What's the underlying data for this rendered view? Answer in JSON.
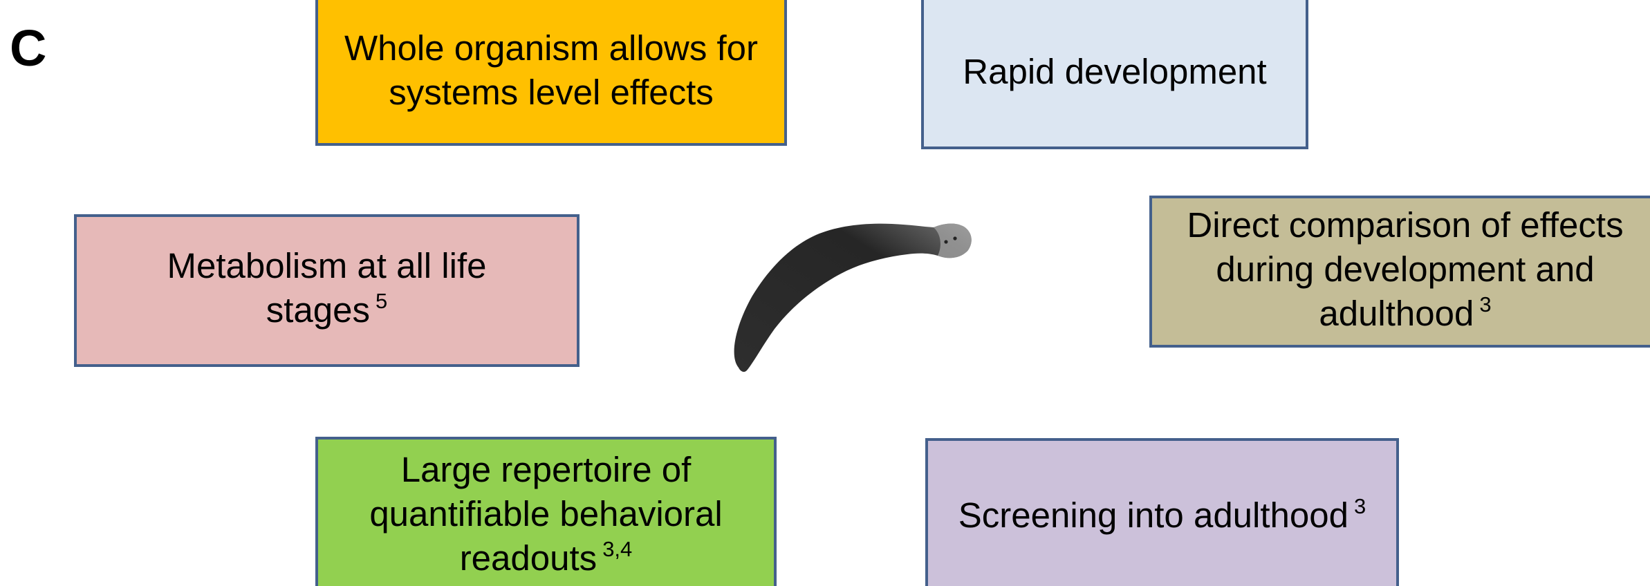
{
  "panel": {
    "letter": "C"
  },
  "boxes": {
    "whole_organism": {
      "text": "Whole organism allows for systems level effects",
      "sup": "",
      "color": "#ffc000"
    },
    "rapid_development": {
      "text": "Rapid development",
      "sup": "",
      "color": "#dce6f2"
    },
    "metabolism": {
      "text": "Metabolism at all life stages",
      "sup": "5",
      "color": "#e6b9b8"
    },
    "direct_comparison": {
      "text": "Direct comparison of effects during development and adulthood",
      "sup": "3",
      "color": "#c4bd97"
    },
    "behavioral_readouts": {
      "text": "Large repertoire of quantifiable behavioral readouts",
      "sup": "3,4",
      "color": "#92d050"
    },
    "screening": {
      "text": "Screening into adulthood",
      "sup": "3",
      "color": "#ccc1da"
    }
  },
  "colors": {
    "border": "#44608c",
    "worm": "#2a2a2a"
  },
  "image": {
    "icon": "planarian-worm-icon"
  }
}
